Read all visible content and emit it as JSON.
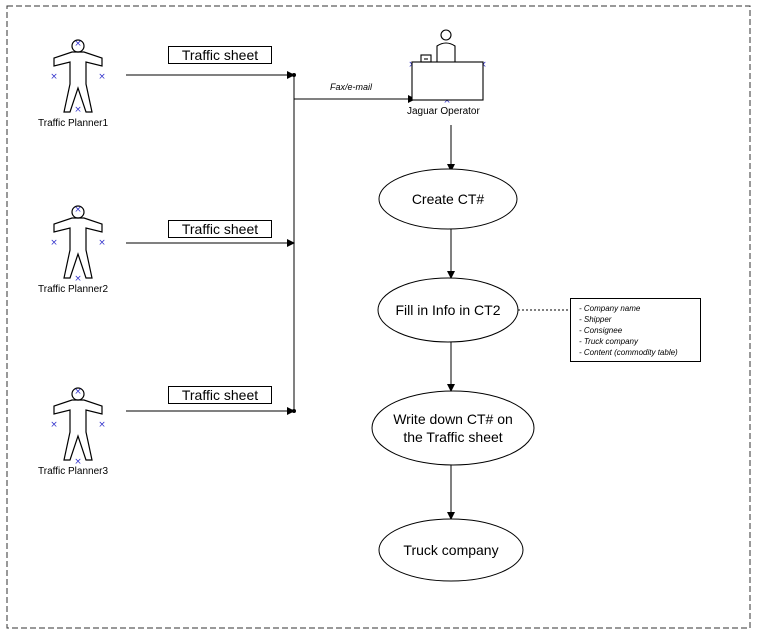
{
  "planners": [
    {
      "label": "Traffic Planner1",
      "sheet": "Traffic sheet"
    },
    {
      "label": "Traffic Planner2",
      "sheet": "Traffic sheet"
    },
    {
      "label": "Traffic Planner3",
      "sheet": "Traffic sheet"
    }
  ],
  "channel_label": "Fax/e-mail",
  "operator_label": "Jaguar Operator",
  "steps": [
    "Create CT#",
    "Fill in Info in CT2",
    "Write down CT# on the Traffic sheet",
    "Truck company"
  ],
  "note": {
    "items": [
      "- Company name",
      "- Shipper",
      "- Consignee",
      "- Truck company",
      "- Content (commodity table)"
    ]
  },
  "colors": {
    "line": "#000000",
    "marker": "#3333cc",
    "border_dash": "#333333"
  }
}
